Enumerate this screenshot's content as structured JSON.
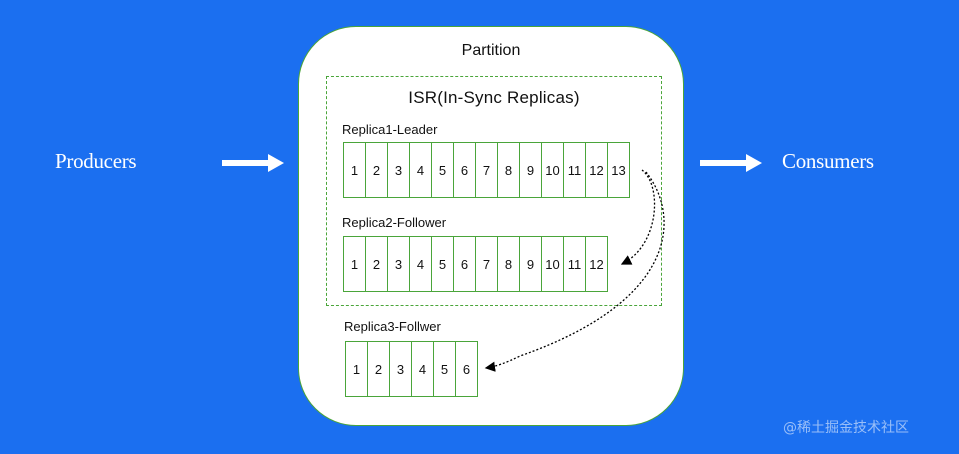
{
  "producers": {
    "label": "Producers"
  },
  "consumers": {
    "label": "Consumers"
  },
  "partition": {
    "title": "Partition"
  },
  "isr": {
    "title": "ISR(In-Sync Replicas)"
  },
  "replicas": [
    {
      "label": "Replica1-Leader",
      "offsets": [
        "1",
        "2",
        "3",
        "4",
        "5",
        "6",
        "7",
        "8",
        "9",
        "10",
        "11",
        "12",
        "13"
      ]
    },
    {
      "label": "Replica2-Follower",
      "offsets": [
        "1",
        "2",
        "3",
        "4",
        "5",
        "6",
        "7",
        "8",
        "9",
        "10",
        "11",
        "12"
      ]
    },
    {
      "label": "Replica3-Follwer",
      "offsets": [
        "1",
        "2",
        "3",
        "4",
        "5",
        "6"
      ]
    }
  ],
  "watermark": "@稀土掘金技术社区",
  "colors": {
    "background": "#1b6ff0",
    "border_green": "#4aa53a",
    "arrow": "#ffffff"
  }
}
